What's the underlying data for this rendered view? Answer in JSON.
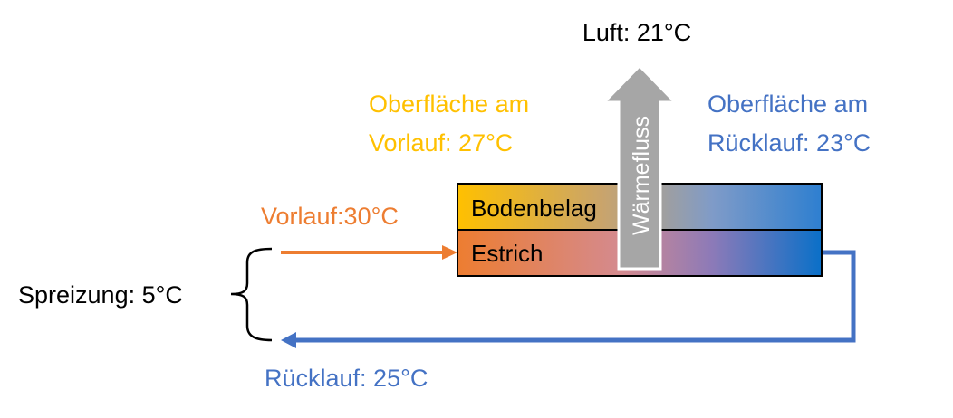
{
  "labels": {
    "air": "Luft: 21°C",
    "surface_supply": [
      "Oberfläche am",
      "Vorlauf: 27°C"
    ],
    "surface_return": [
      "Oberfläche am",
      "Rücklauf: 23°C"
    ],
    "supply": "Vorlauf:30°C",
    "return": "Rücklauf: 25°C",
    "spread": "Spreizung: 5°C",
    "floor_covering": "Bodenbelag",
    "screed": "Estrich",
    "heat_flow": "Wärmefluss"
  },
  "colors": {
    "orange": "#ED7D31",
    "blue": "#4472C4",
    "gold": "#FFC000",
    "gray": "#A6A6A6",
    "text": "#000000"
  }
}
